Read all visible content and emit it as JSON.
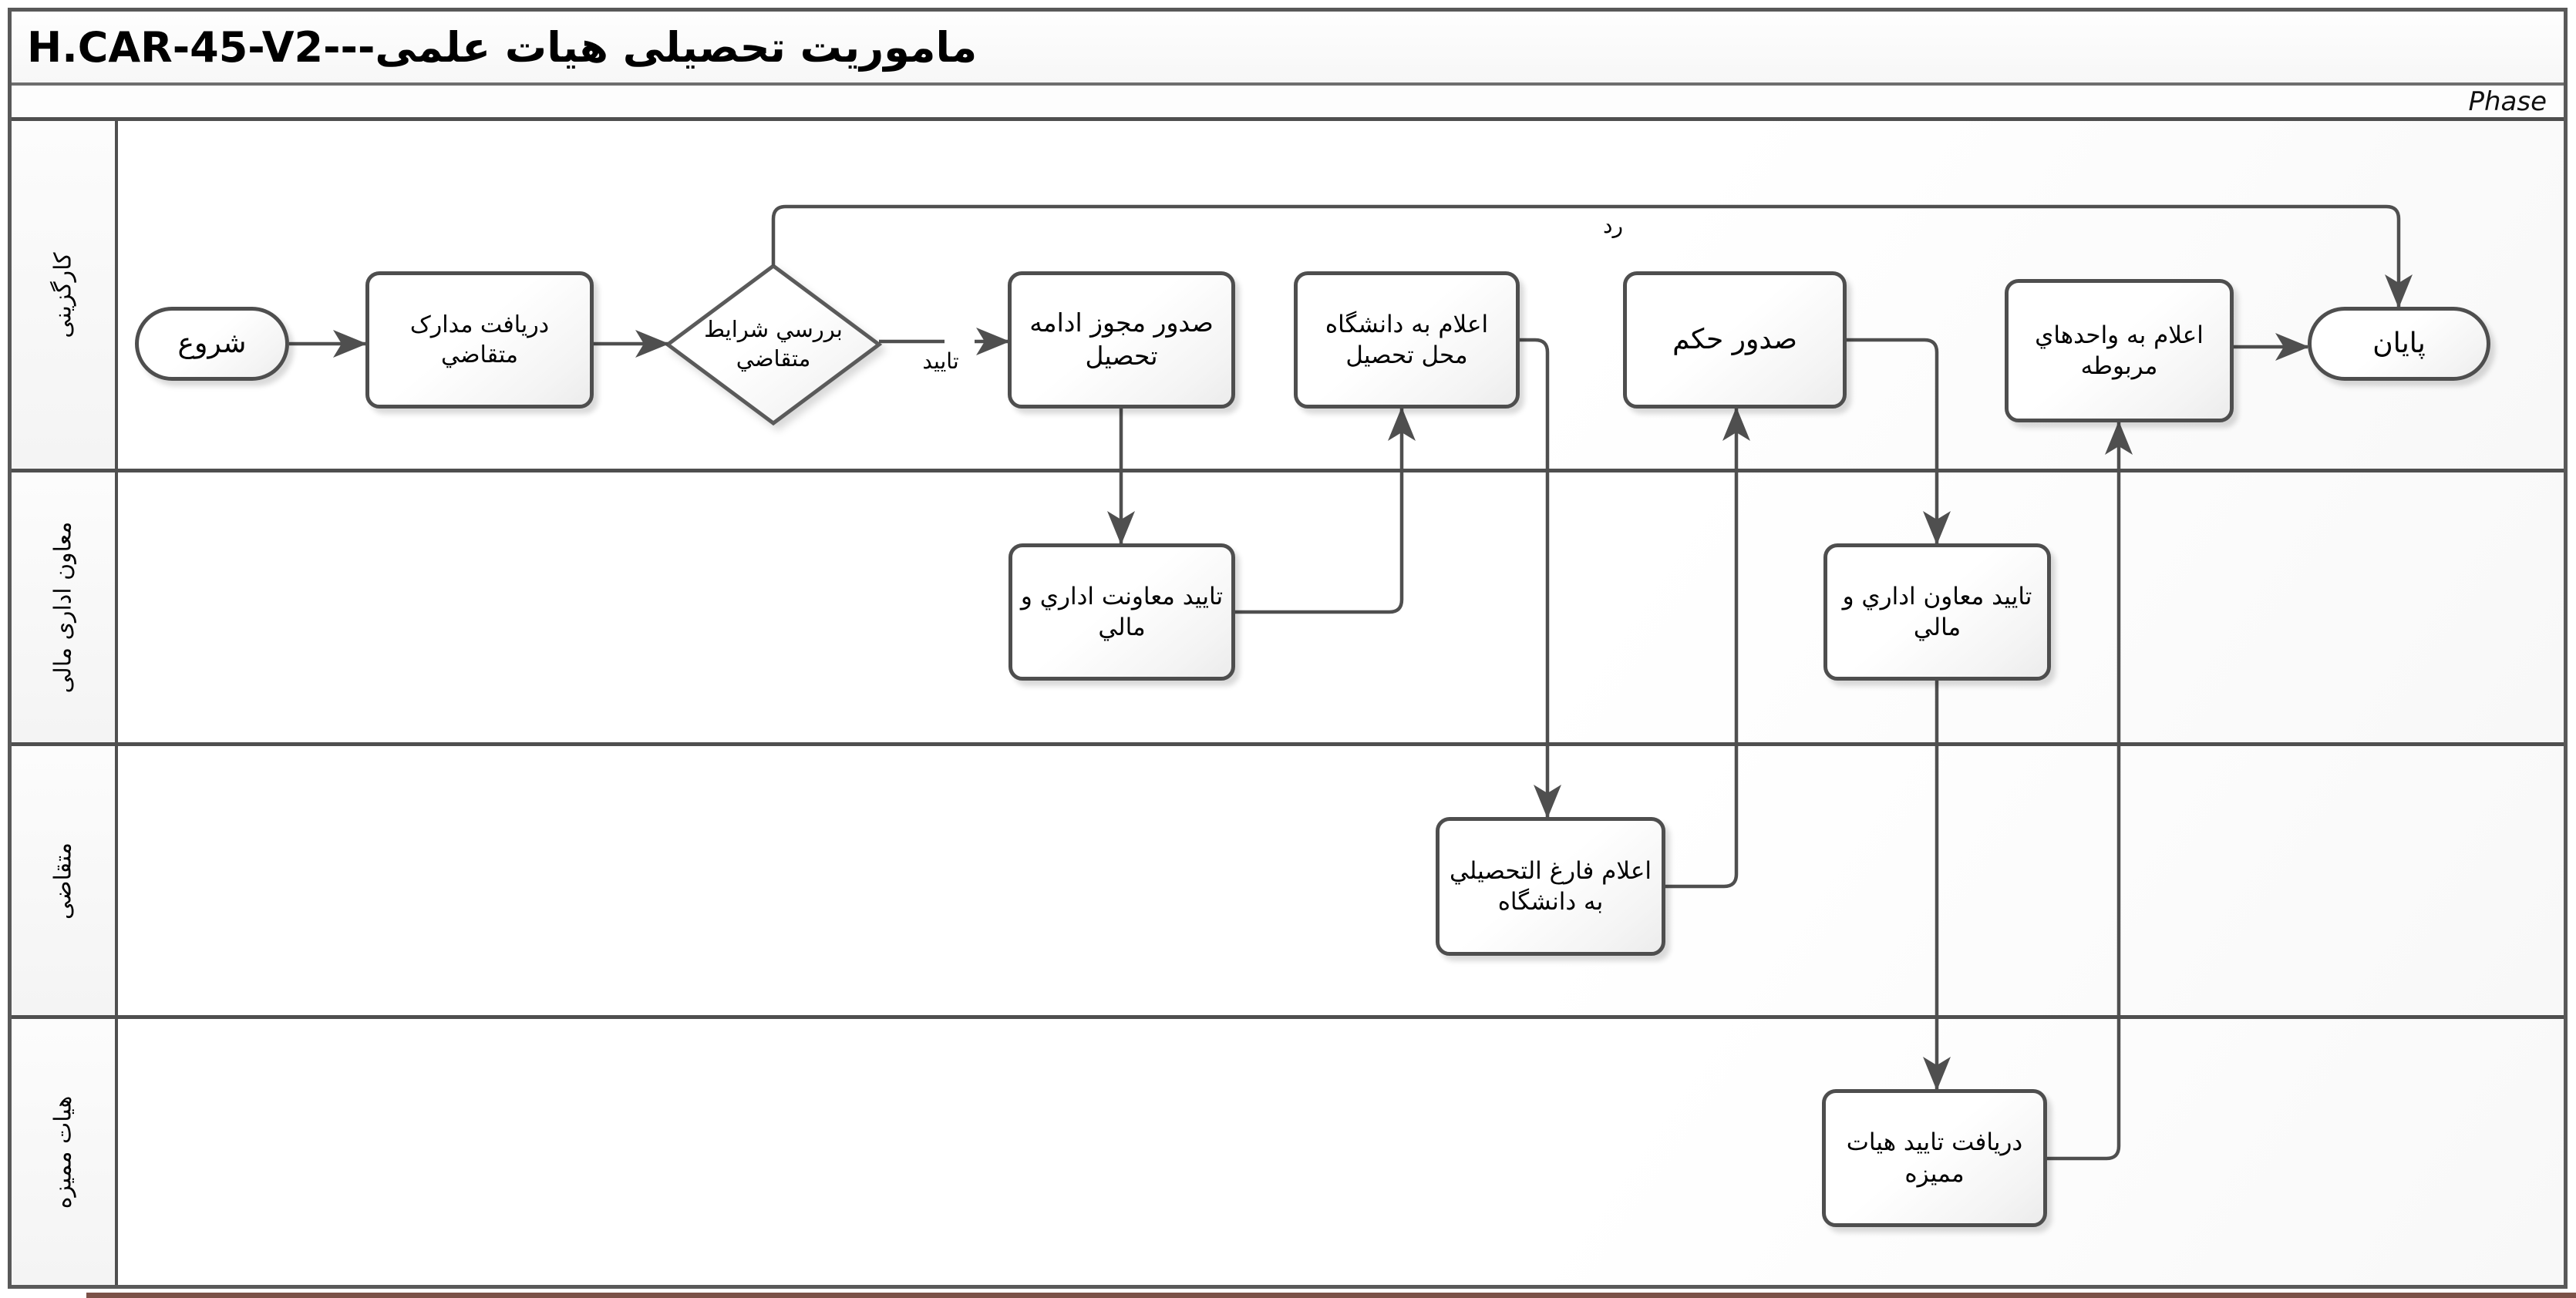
{
  "header": {
    "title": "ماموریت تحصیلی هیات علمی---H.CAR-45-V2",
    "phase_label": "Phase"
  },
  "lanes": [
    {
      "label": "کارگزینی"
    },
    {
      "label": "معاون اداری مالی"
    },
    {
      "label": "متقاضی"
    },
    {
      "label": "هیات ممیزه"
    }
  ],
  "nodes": {
    "start": "شروع",
    "receive_docs": "دریافت مدارک متقاضي",
    "review_conditions": "بررسي شرایط متقاضي",
    "issue_permit": "صدور مجوز ادامه تحصیل",
    "announce_university": "اعلام به دانشگاه محل تحصیل",
    "issue_decree": "صدور حکم",
    "announce_units": "اعلام به واحدهاي مربوطه",
    "end": "پایان",
    "deputy_office_approval": "تایید معاونت اداري و مالي",
    "deputy_approval": "تایید معاون اداري و مالي",
    "announce_graduation": "اعلام فارغ التحصیلي به دانشگاه",
    "audit_board_confirmation": "دریافت تایید هیات ممیزه"
  },
  "edge_labels": {
    "approve": "تایید",
    "reject": "رد"
  },
  "colors": {
    "line": "#4f4f4f",
    "shape_border": "#4e4e4e",
    "text": "#000000"
  }
}
